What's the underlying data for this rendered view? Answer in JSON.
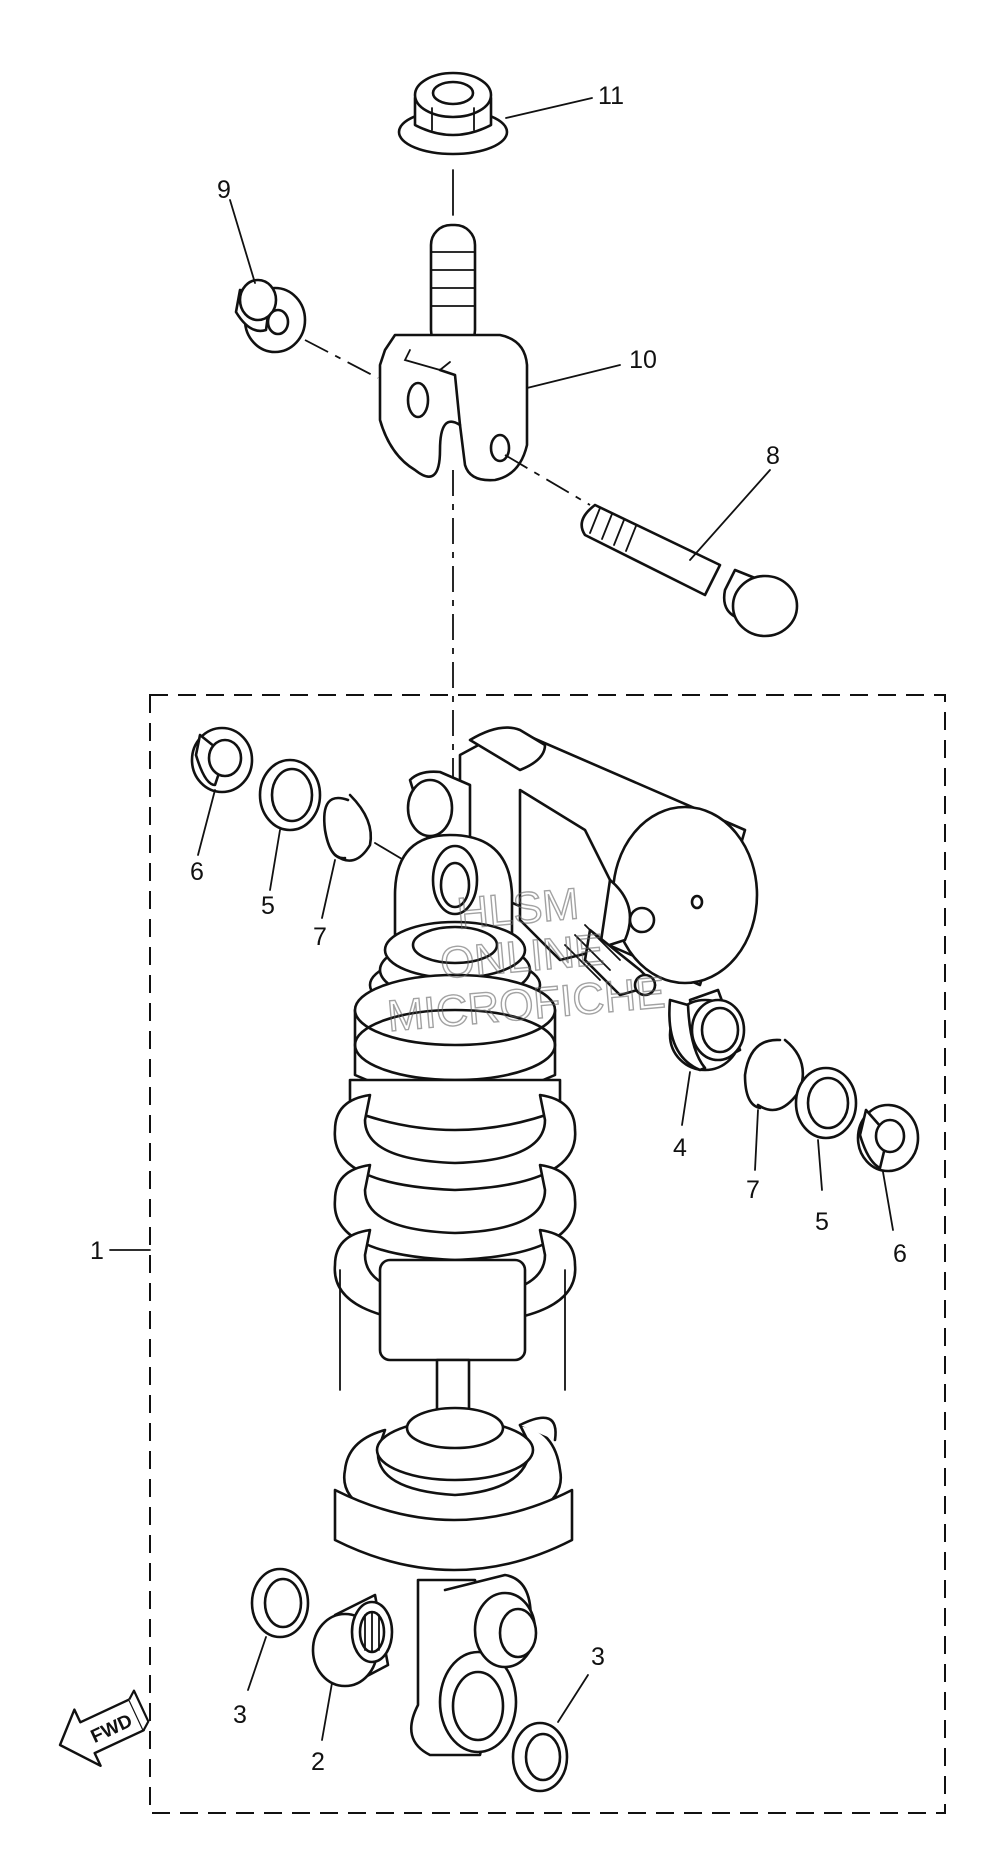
{
  "labels": {
    "l1": "1",
    "l2": "2",
    "l3a": "3",
    "l3b": "3",
    "l4": "4",
    "l5a": "5",
    "l5b": "5",
    "l6a": "6",
    "l6b": "6",
    "l7a": "7",
    "l7b": "7",
    "l8": "8",
    "l9": "9",
    "l10": "10",
    "l11": "11"
  },
  "watermark": {
    "line1": "HLSM",
    "line2": "ONLINE",
    "line3": "MICROFICHE"
  },
  "fwd_arrow": {
    "text": "FWD"
  }
}
